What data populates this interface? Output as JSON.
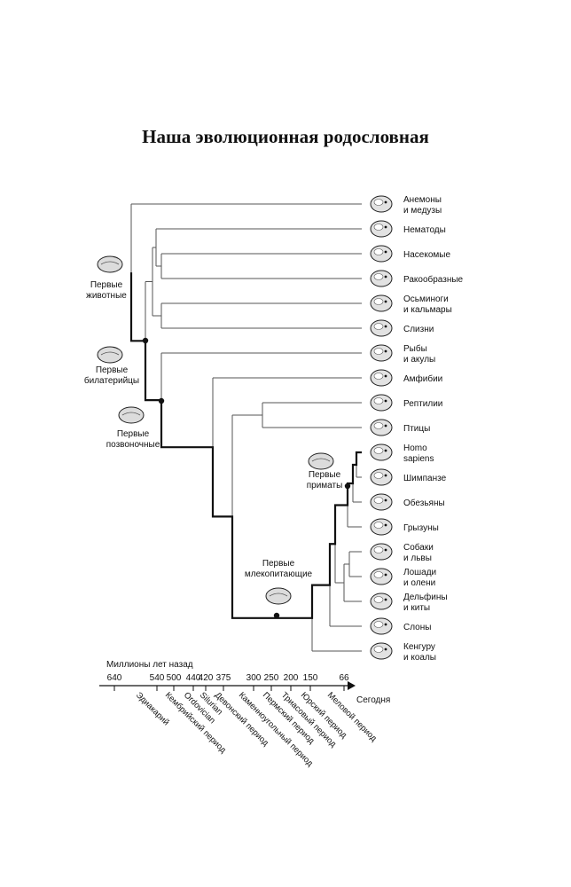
{
  "title": "Наша эволюционная родословная",
  "leaves": [
    {
      "id": "anemones",
      "lines": [
        "Анемоны",
        "и медузы"
      ],
      "icon": "jellyfish-icon"
    },
    {
      "id": "nematodes",
      "lines": [
        "Нематоды"
      ],
      "icon": "worm-icon"
    },
    {
      "id": "insects",
      "lines": [
        "Насекомые"
      ],
      "icon": "mayfly-icon"
    },
    {
      "id": "crustaceans",
      "lines": [
        "Ракообразные"
      ],
      "icon": "crab-icon"
    },
    {
      "id": "octopus",
      "lines": [
        "Осьминоги",
        "и кальмары"
      ],
      "icon": "octopus-icon"
    },
    {
      "id": "slugs",
      "lines": [
        "Слизни"
      ],
      "icon": "slug-icon"
    },
    {
      "id": "fish",
      "lines": [
        "Рыбы",
        "и акулы"
      ],
      "icon": "fish-icon"
    },
    {
      "id": "amphibians",
      "lines": [
        "Амфибии"
      ],
      "icon": "frog-icon"
    },
    {
      "id": "reptiles",
      "lines": [
        "Рептилии"
      ],
      "icon": "lizard-icon"
    },
    {
      "id": "birds",
      "lines": [
        "Птицы"
      ],
      "icon": "bird-icon"
    },
    {
      "id": "homo",
      "lines": [
        "Homo",
        "sapiens"
      ],
      "icon": "human-face-icon"
    },
    {
      "id": "chimp",
      "lines": [
        "Шимпанзе"
      ],
      "icon": "chimpanzee-icon"
    },
    {
      "id": "monkeys",
      "lines": [
        "Обезьяны"
      ],
      "icon": "monkey-icon"
    },
    {
      "id": "rodents",
      "lines": [
        "Грызуны"
      ],
      "icon": "rodent-icon"
    },
    {
      "id": "dogs",
      "lines": [
        "Собаки",
        "и львы"
      ],
      "icon": "dog-icon"
    },
    {
      "id": "horses",
      "lines": [
        "Лошади",
        "и олени"
      ],
      "icon": "horse-icon"
    },
    {
      "id": "dolphins",
      "lines": [
        "Дельфины",
        "и киты"
      ],
      "icon": "dolphin-icon"
    },
    {
      "id": "elephants",
      "lines": [
        "Слоны"
      ],
      "icon": "elephant-icon"
    },
    {
      "id": "kangaroo",
      "lines": [
        "Кенгуру",
        "и коалы"
      ],
      "icon": "kangaroo-icon"
    }
  ],
  "milestones": [
    {
      "id": "animals",
      "lines": [
        "Первые",
        "животные"
      ],
      "icon": "anemone-icon"
    },
    {
      "id": "bilaterians",
      "lines": [
        "Первые",
        "билатерийцы"
      ],
      "icon": "bilaterian-worm-icon"
    },
    {
      "id": "vertebrates",
      "lines": [
        "Первые",
        "позвоночные"
      ],
      "icon": "early-vertebrate-icon"
    },
    {
      "id": "mammals",
      "lines": [
        "Первые",
        "млекопитающие"
      ],
      "icon": "early-mammal-icon"
    },
    {
      "id": "primates",
      "lines": [
        "Первые",
        "приматы"
      ],
      "icon": "early-primate-icon"
    }
  ],
  "timeline": {
    "label": "Миллионы лет назад",
    "ticks": [
      "640",
      "540",
      "500",
      "440",
      "420",
      "375",
      "300",
      "250",
      "200",
      "150",
      "66"
    ],
    "end_label": "Сегодня",
    "periods": [
      "Эдиакарий",
      "Кембрийский период",
      "Ordovician",
      "Silurian",
      "Девонский период",
      "Каменноугольный период",
      "Пермский период",
      "Триасовый период",
      "Юрский период",
      "Меловой период"
    ]
  }
}
